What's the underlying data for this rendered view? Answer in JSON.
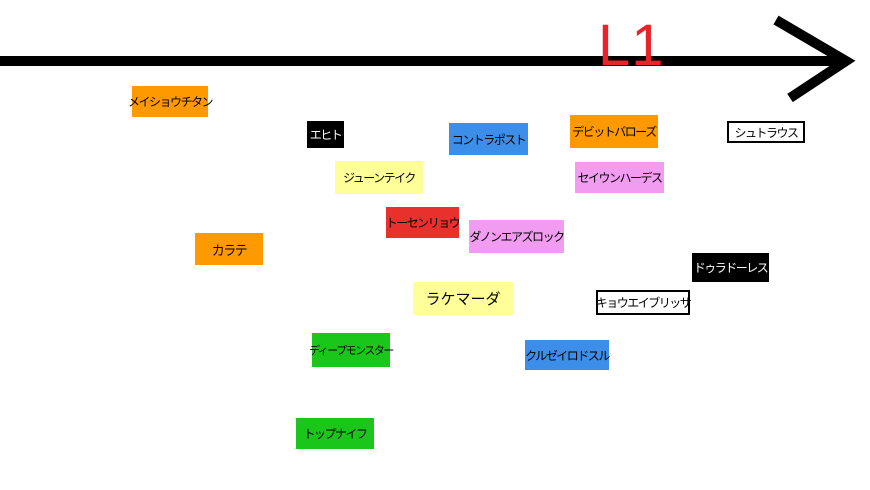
{
  "axis": {
    "label": "L1",
    "label_color": "#e8232a",
    "line_color": "#000000"
  },
  "tags": [
    {
      "id": "meishou-chitan",
      "text": "メイショウチタン",
      "bg": "#ff9900",
      "fg": "#000000"
    },
    {
      "id": "eito",
      "text": "エヒト",
      "bg": "#000000",
      "fg": "#ffffff"
    },
    {
      "id": "contra-bost",
      "text": "コントラポスト",
      "bg": "#3d8ee8",
      "fg": "#000000"
    },
    {
      "id": "debit-barose",
      "text": "デビットバローズ",
      "bg": "#ff9900",
      "fg": "#000000"
    },
    {
      "id": "shutrauss",
      "text": "シュトラウス",
      "bg": "#ffffff",
      "fg": "#000000",
      "style": "outline"
    },
    {
      "id": "june-teiku",
      "text": "ジューンテイク",
      "bg": "#ffff99",
      "fg": "#000000"
    },
    {
      "id": "seiun-hades",
      "text": "セイウンハーデス",
      "bg": "#f19cf0",
      "fg": "#000000"
    },
    {
      "id": "tosen-ryou",
      "text": "トーセンリョウ",
      "bg": "#e8302c",
      "fg": "#000000"
    },
    {
      "id": "danon-airs-rock",
      "text": "ダノンエアズロック",
      "bg": "#f19cf0",
      "fg": "#000000"
    },
    {
      "id": "karate",
      "text": "カラテ",
      "bg": "#ff9900",
      "fg": "#000000"
    },
    {
      "id": "durad-dress",
      "text": "ドゥラドーレス",
      "bg": "#000000",
      "fg": "#ffffff"
    },
    {
      "id": "rake-mada",
      "text": "ラケマーダ",
      "bg": "#ffff99",
      "fg": "#000000"
    },
    {
      "id": "kyoei-blissa",
      "text": "キョウエイブリッサ",
      "bg": "#ffffff",
      "fg": "#000000",
      "style": "outline"
    },
    {
      "id": "deep-monster",
      "text": "ディープモンスター",
      "bg": "#1bc61b",
      "fg": "#000000"
    },
    {
      "id": "kurzeilodosul",
      "text": "クルゼイロドスル",
      "bg": "#3d8ee8",
      "fg": "#000000"
    },
    {
      "id": "top-knife",
      "text": "トップナイフ",
      "bg": "#1bc61b",
      "fg": "#000000"
    }
  ]
}
